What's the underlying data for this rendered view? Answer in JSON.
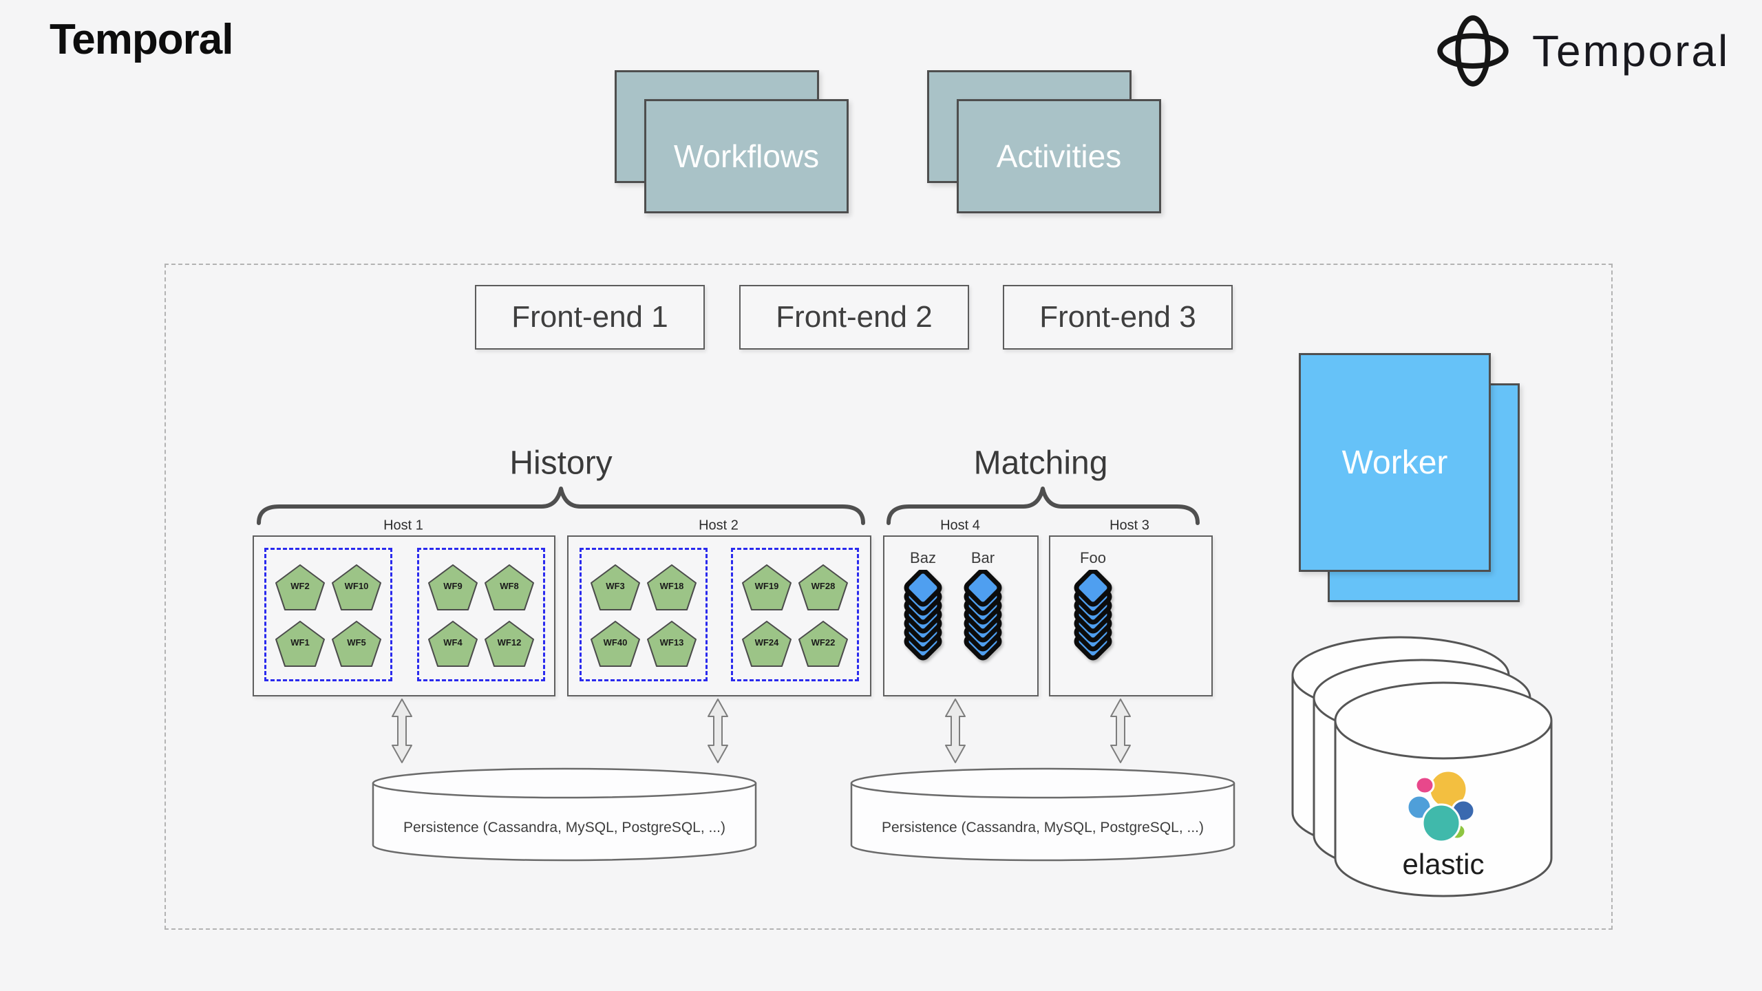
{
  "header": {
    "wordmark": "Temporal",
    "brand_text": "Temporal"
  },
  "clients": {
    "workflows": {
      "label": "Workflows"
    },
    "activities": {
      "label": "Activities"
    }
  },
  "frontends": [
    {
      "label": "Front-end 1"
    },
    {
      "label": "Front-end 2"
    },
    {
      "label": "Front-end 3"
    }
  ],
  "history": {
    "label": "History",
    "hosts": [
      {
        "label": "Host 1",
        "groups": [
          {
            "items": [
              "WF2",
              "WF10",
              "WF1",
              "WF5"
            ]
          },
          {
            "items": [
              "WF9",
              "WF8",
              "WF4",
              "WF12"
            ]
          }
        ]
      },
      {
        "label": "Host 2",
        "groups": [
          {
            "items": [
              "WF3",
              "WF18",
              "WF40",
              "WF13"
            ]
          },
          {
            "items": [
              "WF19",
              "WF28",
              "WF24",
              "WF22"
            ]
          }
        ]
      }
    ]
  },
  "matching": {
    "label": "Matching",
    "hosts": [
      {
        "label": "Host 4",
        "queues": [
          "Baz",
          "Bar"
        ]
      },
      {
        "label": "Host 3",
        "queues": [
          "Foo"
        ]
      }
    ]
  },
  "persistence": [
    {
      "label": "Persistence (Cassandra, MySQL, PostgreSQL, ...)"
    },
    {
      "label": "Persistence (Cassandra, MySQL, PostgreSQL, ...)"
    }
  ],
  "worker": {
    "label": "Worker"
  },
  "visibility_store": {
    "label": "elastic"
  },
  "colors": {
    "background": "#f5f5f6",
    "client_box": "#a9c2c7",
    "worker_box": "#66c2f8",
    "pentagon_green": "#9cc487",
    "queue_blue": "#4f9ff0",
    "dashed_group_blue": "#2a2aee",
    "brace_gray": "#4f4f4f",
    "elastic_yellow": "#f3bf40",
    "elastic_pink": "#e8488b",
    "elastic_light_blue": "#4f9fd9",
    "elastic_dark_blue": "#3a69af",
    "elastic_teal": "#40b9ab",
    "elastic_green": "#8ec541"
  }
}
